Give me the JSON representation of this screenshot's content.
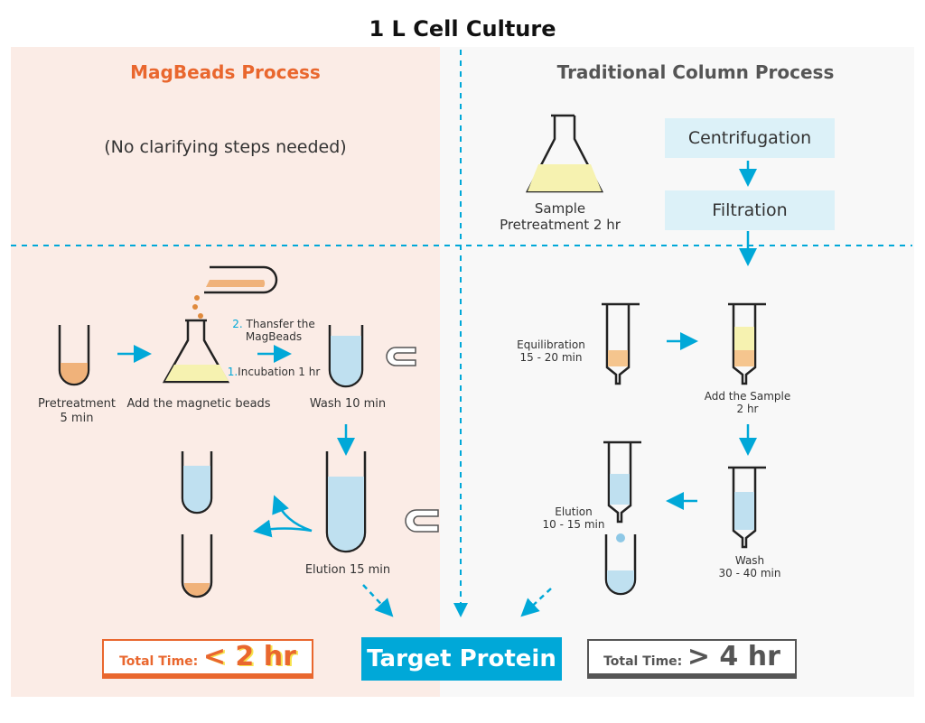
{
  "title": "1 L Cell Culture",
  "colors": {
    "orange": "#e9672e",
    "cyan": "#00a8d8",
    "gray": "#555555",
    "left_bg": "#fbece6",
    "right_bg": "#f8f8f8",
    "box_bg": "#dcf1f8"
  },
  "magbeads": {
    "heading": "MagBeads Process",
    "note": "(No clarifying steps needed)",
    "steps": {
      "pretreatment": "Pretreatment",
      "pretreatment_time": "5 min",
      "add_beads": "Add the magnetic beads",
      "transfer_num": "2.",
      "transfer_l1": "Thansfer the",
      "transfer_l2": "MagBeads",
      "incubation_num": "1.",
      "incubation": "Incubation 1 hr",
      "wash": "Wash 10 min",
      "elution": "Elution 15 min"
    },
    "total_label": "Total Time:",
    "total_value": "< 2 hr"
  },
  "traditional": {
    "heading": "Traditional Column Process",
    "sample_l1": "Sample",
    "sample_l2": "Pretreatment 2 hr",
    "centrifugation": "Centrifugation",
    "filtration": "Filtration",
    "equilibration_l1": "Equilibration",
    "equilibration_l2": "15 - 20 min",
    "add_sample_l1": "Add the Sample",
    "add_sample_l2": "2 hr",
    "elution_l1": "Elution",
    "elution_l2": "10 - 15 min",
    "wash_l1": "Wash",
    "wash_l2": "30 - 40 min",
    "total_label": "Total Time:",
    "total_value": "> 4 hr"
  },
  "target": "Target Protein"
}
